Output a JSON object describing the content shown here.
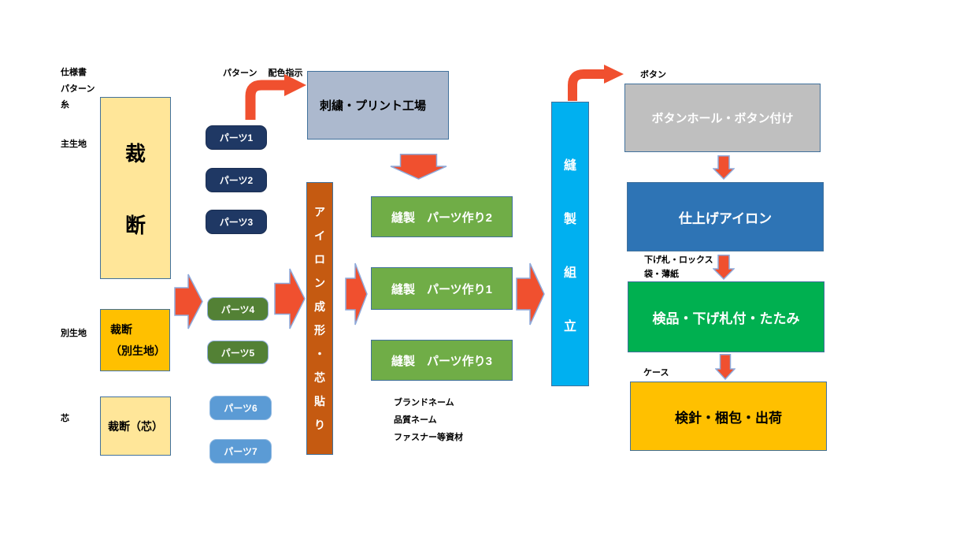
{
  "diagram": {
    "side_labels": {
      "spec": "仕様書",
      "pattern": "パターン",
      "thread": "糸",
      "main_fabric": "主生地",
      "sub_fabric": "別生地",
      "interlining": "芯"
    },
    "top_labels": {
      "pattern": "パターン",
      "color_instruction": "配色指示"
    },
    "annotations": {
      "button": "ボタン",
      "tag_locks": "下げ札・ロックス",
      "bag_paper": "袋・薄紙",
      "case": "ケース",
      "materials": [
        "ブランドネーム",
        "品質ネーム",
        "ファスナー等資材"
      ]
    },
    "boxes": {
      "cutting_main": "裁断",
      "cutting_sub_line1": "裁断",
      "cutting_sub_line2": "（別生地）",
      "cutting_interlining": "裁断（芯）",
      "embroidery": "刺繍・プリント工場",
      "iron_forming": "アイロン成形・芯貼り",
      "sewing_parts2": "縫製　パーツ作り2",
      "sewing_parts1": "縫製　パーツ作り1",
      "sewing_parts3": "縫製　パーツ作り3",
      "sewing_assembly": "縫製組立",
      "buttonhole": "ボタンホール・ボタン付け",
      "finish_iron": "仕上げアイロン",
      "inspection": "検品・下げ札付・たたみ",
      "packing": "検針・梱包・出荷"
    },
    "parts": [
      {
        "label": "パーツ1"
      },
      {
        "label": "パーツ2"
      },
      {
        "label": "パーツ3"
      },
      {
        "label": "パーツ4"
      },
      {
        "label": "パーツ5"
      },
      {
        "label": "パーツ6"
      },
      {
        "label": "パーツ7"
      }
    ],
    "colors": {
      "arrow_red": "#F0502F",
      "arrow_outline": "#8EAADB",
      "box_outline": "#41719C",
      "cream": "#FFE699",
      "gold": "#FFC000",
      "navy": "#1F3864",
      "olive_green": "#538135",
      "sky_blue": "#5B9BD5",
      "brown": "#C55A11",
      "green": "#70AD47",
      "cyan": "#00B0F0",
      "gray": "#BFBFBF",
      "steel_blue": "#2E74B5",
      "bright_green": "#00B050"
    }
  }
}
